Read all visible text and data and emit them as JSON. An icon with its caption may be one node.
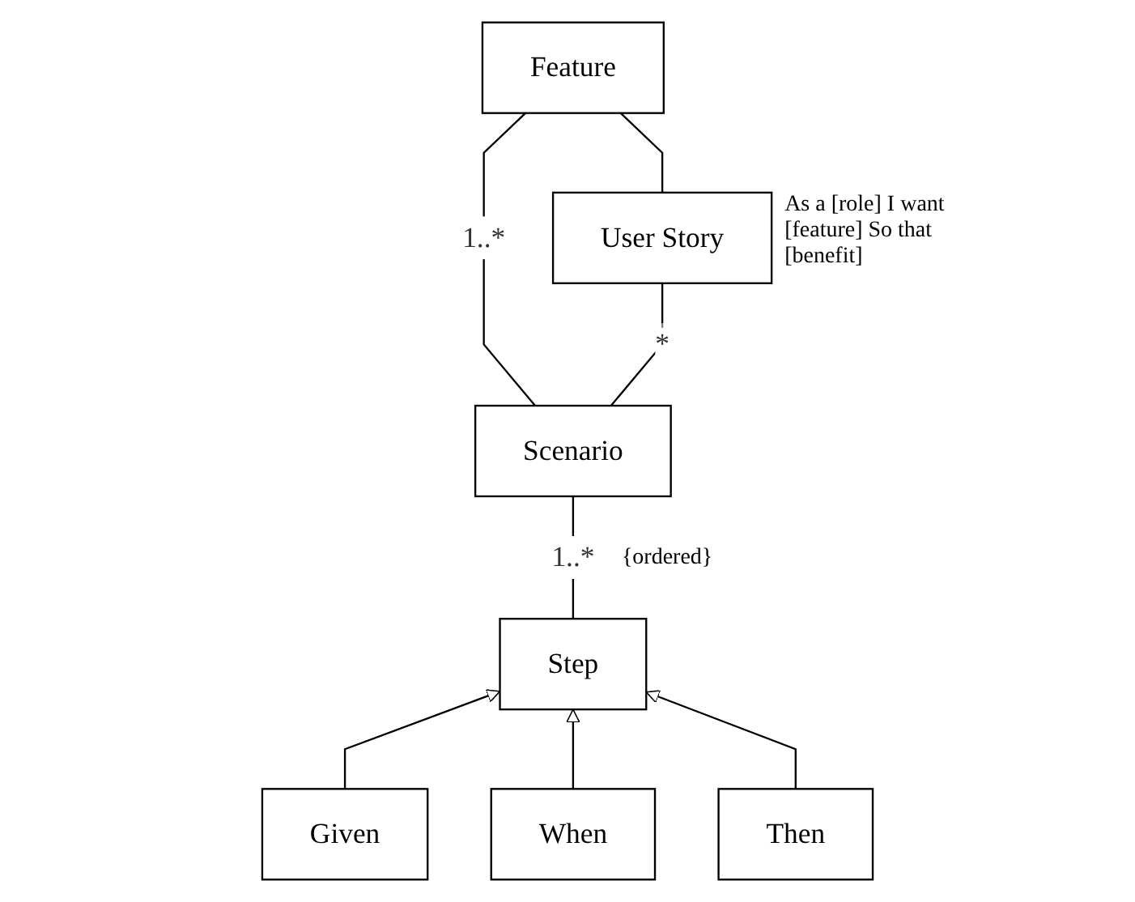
{
  "diagram": {
    "nodes": [
      {
        "text": [
          "Feature"
        ]
      },
      {
        "text": [
          "User Story"
        ],
        "beside": [
          "As a [role] I want [feature] So that [benefit]"
        ]
      },
      {
        "text": [
          "Scenario"
        ]
      },
      {
        "text": [
          "Step"
        ]
      },
      {
        "text": [
          "Given"
        ]
      },
      {
        "text": [
          "When"
        ]
      },
      {
        "text": [
          "Then"
        ]
      }
    ],
    "edges": [
      {
        "from": 0,
        "to": 2,
        "arrow": "none",
        "label": "1..*"
      },
      {
        "from": 0,
        "to": 1,
        "arrow": "none"
      },
      {
        "from": 1,
        "to": 2,
        "arrow": "none",
        "label": "*"
      },
      {
        "from": 2,
        "to": 3,
        "arrow": "none",
        "label": "1..*"
      },
      {
        "from": 4,
        "to": 3,
        "arrow": "to"
      },
      {
        "from": 5,
        "to": 3,
        "arrow": "to"
      },
      {
        "from": 6,
        "to": 3,
        "arrow": "to"
      }
    ],
    "labels": [
      "{ordered}"
    ]
  }
}
